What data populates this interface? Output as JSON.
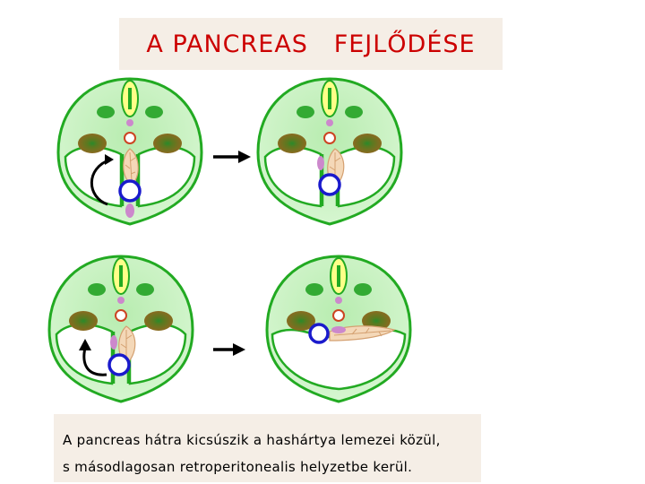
{
  "title": "A PANCREAS   FEJLŐDÉSE",
  "caption": {
    "line1": "A pancreas hátra kicsúszik a hashártya lemezei közül,",
    "line2": "s másodlagosan retroperitonealis helyzetbe kerül."
  },
  "colors": {
    "title": "#cc0000",
    "body_fill": "#c8f0c0",
    "outline": "#22aa22",
    "dark_green": "#33aa33",
    "kidney": "#8a6a20",
    "aorta_fill": "#ffff88",
    "vessel_ring": "#cc4422",
    "stomach_fill": "#f4d8b8",
    "spleen": "#cc88cc",
    "vena": "#1a1acc",
    "arrow": "#000000"
  },
  "icons": [
    "curved-arrow-icon",
    "right-arrow-icon"
  ]
}
